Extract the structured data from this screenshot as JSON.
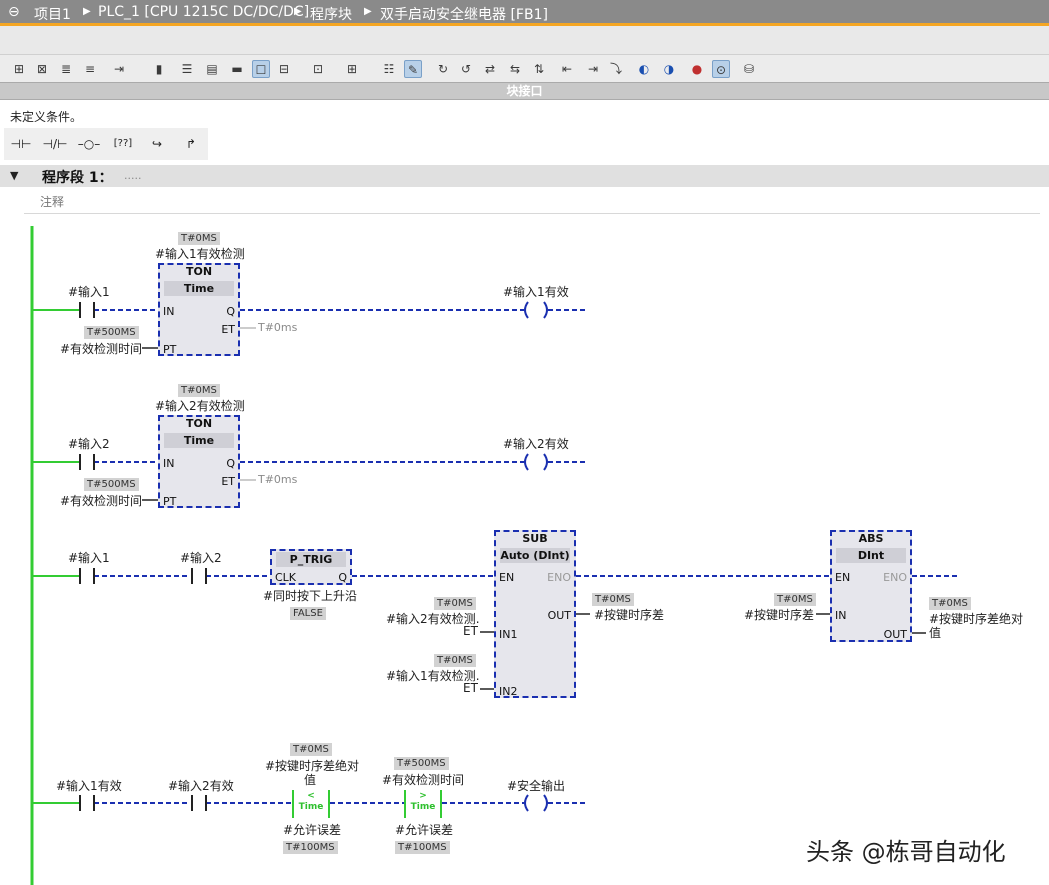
{
  "breadcrumb": {
    "root": "项目1",
    "plc": "PLC_1 [CPU 1215C DC/DC/DC]",
    "folder": "程序块",
    "block": "双手启动安全继电器 [FB1]"
  },
  "interface_bar": {
    "label": "块接口"
  },
  "condition_text": "未定义条件。",
  "instructions": [
    "NO-contact",
    "NC-contact",
    "coil",
    "empty-box",
    "open-branch",
    "close-branch"
  ],
  "network": {
    "header": "程序段 1：",
    "dots": ".....",
    "comment": "注释"
  },
  "rung1": {
    "contact": "#输入1",
    "timer_init": "T#0MS",
    "instance": "#输入1有效检测",
    "type": "TON",
    "sub": "Time",
    "pin_in": "IN",
    "pin_q": "Q",
    "pin_et": "ET",
    "pin_pt": "PT",
    "et_value": "T#0ms",
    "pt_value": "T#500MS",
    "pt_var": "#有效检测时间",
    "coil": "#输入1有效"
  },
  "rung2": {
    "contact": "#输入2",
    "timer_init": "T#0MS",
    "instance": "#输入2有效检测",
    "type": "TON",
    "sub": "Time",
    "pin_in": "IN",
    "pin_q": "Q",
    "pin_et": "ET",
    "pin_pt": "PT",
    "et_value": "T#0ms",
    "pt_value": "T#500MS",
    "pt_var": "#有效检测时间",
    "coil": "#输入2有效"
  },
  "rung3": {
    "contact1": "#输入1",
    "contact2": "#输入2",
    "ptrig": {
      "title": "P_TRIG",
      "clk": "CLK",
      "q": "Q",
      "var": "#同时按下上升沿",
      "state": "FALSE"
    },
    "sub": {
      "title": "SUB",
      "sub": "Auto (DInt)",
      "en": "EN",
      "eno": "ENO",
      "out": "OUT",
      "in1": "IN1",
      "in2": "IN2",
      "out_value": "T#0MS",
      "out_var": "#按键时序差",
      "in1_value": "T#0MS",
      "in1_var": "#输入2有效检测.",
      "in1_var2": "ET",
      "in2_value": "T#0MS",
      "in2_var": "#输入1有效检测.",
      "in2_var2": "ET"
    },
    "abs": {
      "title": "ABS",
      "sub": "DInt",
      "en": "EN",
      "eno": "ENO",
      "in": "IN",
      "out": "OUT",
      "in_value": "T#0MS",
      "in_var": "#按键时序差",
      "out_value": "T#0MS",
      "out_var": "#按键时序差绝对",
      "out_var2": "值"
    }
  },
  "rung4": {
    "contact1": "#输入1有效",
    "contact2": "#输入2有效",
    "cmp1": {
      "value": "T#0MS",
      "var": "#按键时序差绝对",
      "var2": "值",
      "op": "<",
      "type": "Time",
      "lower_var": "#允许误差",
      "lower_value": "T#100MS"
    },
    "cmp2": {
      "value": "T#500MS",
      "var": "#有效检测时间",
      "op": ">",
      "type": "Time",
      "lower_var": "#允许误差",
      "lower_value": "T#100MS"
    },
    "coil": "#安全输出"
  },
  "watermark": "头条 @栋哥自动化",
  "colors": {
    "powerrail": "#33cc33",
    "wire": "#1a2fb0",
    "accent": "#f5a623"
  }
}
